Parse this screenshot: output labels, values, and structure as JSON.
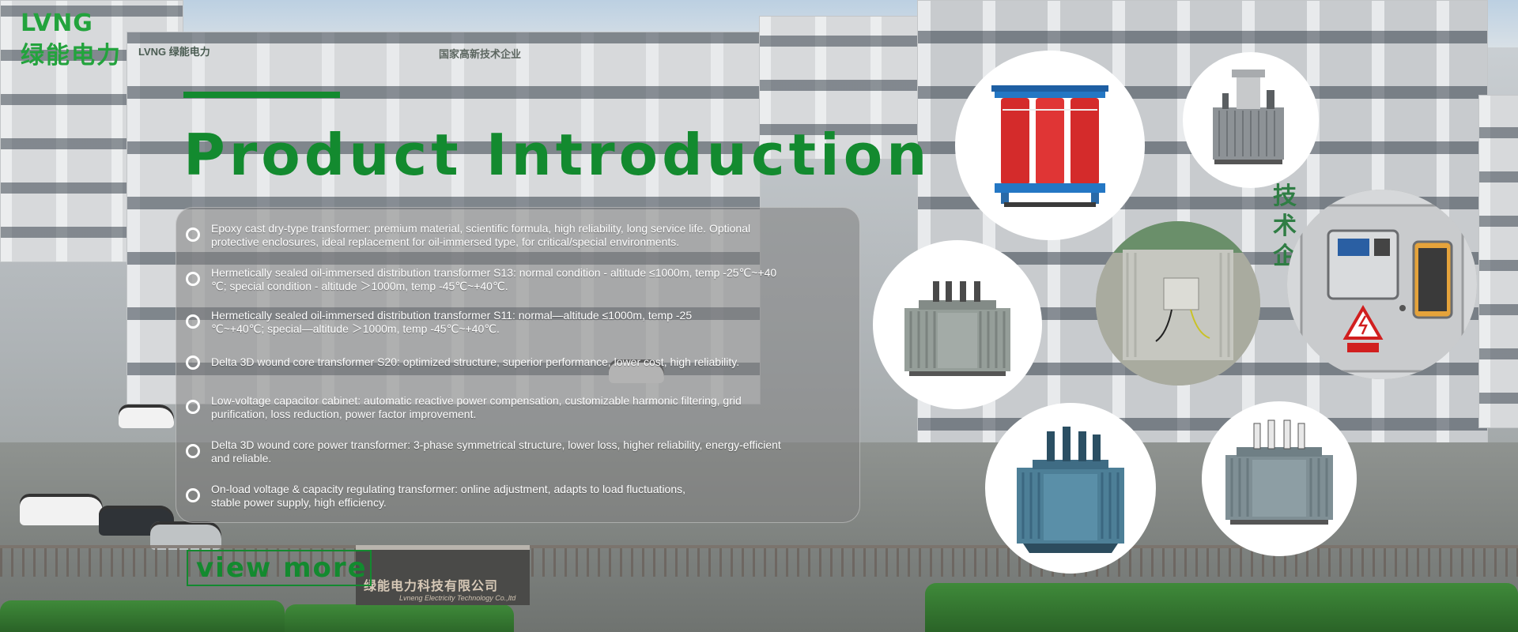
{
  "brand": {
    "logo_latin": "LVNG",
    "logo_cn": "绿能电力",
    "accent_color": "#138a2f"
  },
  "scene": {
    "roof_sign_left": "LVNG 绿能电力",
    "roof_sign_right": "国家高新技术企业",
    "building_vertical_sign": "技术企",
    "gate_sign": "绿能电力科技有限公司",
    "gate_sign_en": "Lvneng Electricity Technology Co.,ltd"
  },
  "section": {
    "title": "Product Introduction",
    "items": [
      {
        "line1": "Epoxy cast dry-type transformer: premium material, scientific formula, high reliability, long service life. Optional",
        "line2": "protective enclosures, ideal replacement for oil-immersed type, for critical/special environments."
      },
      {
        "line1": "Hermetically sealed oil-immersed distribution transformer S13: normal condition - altitude ≤1000m, temp -25℃~+40",
        "line2": "℃; special condition - altitude ＞1000m, temp -45℃~+40℃."
      },
      {
        "line1": "Hermetically sealed oil-immersed distribution transformer S11: normal—altitude ≤1000m, temp -25",
        "line2": "℃~+40℃; special—altitude ＞1000m, temp -45℃~+40℃."
      },
      {
        "line1": "Delta 3D wound core transformer S20: optimized structure, superior performance, lower cost, high reliability.",
        "line2": ""
      },
      {
        "line1": "Low-voltage capacitor cabinet: automatic reactive power compensation, customizable harmonic filtering, grid",
        "line2": "purification, loss reduction, power factor improvement."
      },
      {
        "line1": "Delta 3D wound core power transformer: 3-phase symmetrical structure, lower loss, higher reliability, energy-efficient",
        "line2": "and reliable."
      },
      {
        "line1": "On-load voltage & capacity regulating transformer: online adjustment, adapts to load fluctuations,",
        "line2": "stable power supply, high efficiency."
      }
    ],
    "view_more_label": "view more"
  },
  "products": [
    {
      "icon": "dry-type-transformer-icon"
    },
    {
      "icon": "oil-transformer-with-bushings-icon"
    },
    {
      "icon": "oil-immersed-transformer-icon"
    },
    {
      "icon": "transformer-photo-icon"
    },
    {
      "icon": "capacitor-cabinet-icon"
    },
    {
      "icon": "blue-3d-core-transformer-icon"
    },
    {
      "icon": "regulating-transformer-icon"
    }
  ]
}
